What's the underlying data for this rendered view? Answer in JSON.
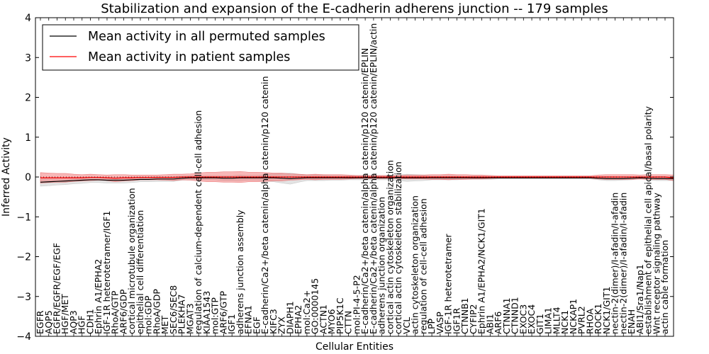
{
  "chart_data": {
    "type": "line",
    "title": "Stabilization and expansion of the E-cadherin adherens junction -- 179 samples",
    "xlabel": "Cellular Entities",
    "ylabel": "Inferred Activity",
    "ylim": [
      -4,
      4
    ],
    "yticks": [
      "-4",
      "-3",
      "-2",
      "-1",
      "0",
      "1",
      "2",
      "3",
      "4"
    ],
    "legend_position": "top-left",
    "grid": false,
    "categories": [
      "EGFR",
      "AQP5",
      "EGFR/EGFR/EGF/EGF",
      "HGF/MET",
      "AQP3",
      "HGF",
      "CDH1",
      "Ephrin A1/EPHA2",
      "IGF-1R heterotetramer/IGF1",
      "RhoA/GTP",
      "ARF6/GDP",
      "cortical microtubule organization",
      "epithelial cell differentiation",
      "mol:GDP",
      "RhoA/GDP",
      "MET",
      "SEC6/SEC8",
      "PLEKHA7",
      "MGAT3",
      "regulation of calcium-dependent cell-cell adhesion",
      "KIAA1543",
      "mol:GTP",
      "ARF6/GTP",
      "IGF1",
      "adherens junction assembly",
      "EFNA1",
      "EGF",
      "E-cadherin/Ca2+/beta catenin/alpha catenin/p120 catenin",
      "KIFC3",
      "ZYX",
      "DIAPH1",
      "EPHA2",
      "mol:Ca2+",
      "GO:0000145",
      "ACTN1",
      "MYO6",
      "PIP5K1C",
      "CTTN",
      "mol:PI-4-5-P2",
      "E-cadherin/Ca2+/beta catenin/alpha catenin/p120 catenin/EPLIN",
      "E-cadherin/Ca2+/beta catenin/alpha catenin/p120 catenin/EPLIN/actin",
      "adherens junction organization",
      "cortical actin cytoskeleton organization",
      "cortical actin cytoskeleton stabilization",
      "VCL",
      "actin cytoskeleton organization",
      "regulation of cell-cell adhesion",
      "LPP",
      "VASP",
      "IGF-1R heterotetramer",
      "IGF1R",
      "CTNNB1",
      "CYFIP2",
      "Ephrin A1/EPHA2/NCK1/GIT1",
      "ABI1",
      "ARF6",
      "CTNNA1",
      "CTNND1",
      "EXOC3",
      "EXOC4",
      "GIT1",
      "LIMA1",
      "MLLT4",
      "NCK1",
      "NCKAP1",
      "PVRL2",
      "RHOA",
      "ROCK1",
      "NCK1/GIT1",
      "nectin-2(dimer)/I-afadin/I-afadin",
      "nectin-2(dimer)/I-afadin/I-afadin",
      "ENAH",
      "ABI1/Sra1/Nap1",
      "establishment of epithelial cell apical/basal polarity",
      "Wnt receptor signaling pathway",
      "actin cable formation"
    ],
    "series": [
      {
        "name": "Mean activity in all permuted samples",
        "color": "#000000",
        "values": [
          -0.13,
          -0.12,
          -0.11,
          -0.1,
          -0.09,
          -0.08,
          -0.07,
          -0.07,
          -0.08,
          -0.08,
          -0.08,
          -0.07,
          -0.06,
          -0.06,
          -0.05,
          -0.05,
          -0.05,
          -0.03,
          -0.02,
          -0.02,
          -0.02,
          -0.02,
          -0.03,
          -0.03,
          -0.02,
          -0.02,
          -0.02,
          -0.02,
          -0.02,
          -0.03,
          -0.04,
          -0.03,
          -0.02,
          -0.02,
          -0.02,
          -0.02,
          -0.02,
          -0.02,
          -0.02,
          -0.02,
          -0.02,
          -0.02,
          -0.02,
          -0.02,
          -0.02,
          -0.02,
          -0.02,
          -0.02,
          -0.02,
          -0.02,
          -0.02,
          -0.02,
          -0.02,
          -0.02,
          -0.02,
          -0.02,
          -0.02,
          -0.02,
          -0.02,
          -0.02,
          -0.02,
          -0.02,
          -0.02,
          -0.02,
          -0.02,
          -0.02,
          -0.02,
          -0.03,
          -0.04,
          -0.04,
          -0.04,
          -0.03,
          -0.02,
          -0.03,
          -0.04,
          -0.04,
          -0.04
        ],
        "band": [
          0.1,
          0.1,
          0.09,
          0.09,
          0.08,
          0.08,
          0.07,
          0.07,
          0.07,
          0.07,
          0.07,
          0.07,
          0.06,
          0.06,
          0.06,
          0.06,
          0.06,
          0.05,
          0.05,
          0.05,
          0.05,
          0.05,
          0.06,
          0.06,
          0.07,
          0.06,
          0.06,
          0.08,
          0.1,
          0.12,
          0.14,
          0.1,
          0.07,
          0.07,
          0.07,
          0.06,
          0.06,
          0.05,
          0.05,
          0.05,
          0.05,
          0.05,
          0.05,
          0.07,
          0.09,
          0.08,
          0.07,
          0.05,
          0.05,
          0.05,
          0.05,
          0.04,
          0.04,
          0.04,
          0.04,
          0.03,
          0.03,
          0.03,
          0.03,
          0.03,
          0.03,
          0.03,
          0.03,
          0.03,
          0.03,
          0.03,
          0.03,
          0.04,
          0.05,
          0.05,
          0.04,
          0.04,
          0.03,
          0.04,
          0.05,
          0.05,
          0.05
        ]
      },
      {
        "name": "Mean activity in patient samples",
        "color": "#ff0000",
        "values": [
          -0.02,
          -0.02,
          -0.02,
          -0.02,
          -0.02,
          -0.02,
          -0.01,
          -0.01,
          -0.02,
          -0.03,
          -0.02,
          -0.02,
          -0.01,
          -0.01,
          -0.01,
          -0.01,
          -0.01,
          0.0,
          0.0,
          0.0,
          0.0,
          0.0,
          0.0,
          0.0,
          0.0,
          0.0,
          0.0,
          0.0,
          0.0,
          0.0,
          0.0,
          0.0,
          0.0,
          0.0,
          0.0,
          0.0,
          0.0,
          0.0,
          0.0,
          0.0,
          0.0,
          0.0,
          0.0,
          0.0,
          0.0,
          0.0,
          0.0,
          0.0,
          0.0,
          0.0,
          0.0,
          0.0,
          0.0,
          0.0,
          0.0,
          0.0,
          0.0,
          0.0,
          0.0,
          0.0,
          0.0,
          0.0,
          0.0,
          0.0,
          0.0,
          0.0,
          0.0,
          0.0,
          0.0,
          0.0,
          0.0,
          0.0,
          0.0,
          0.0,
          0.0,
          0.0,
          -0.02
        ],
        "band": [
          0.13,
          0.12,
          0.11,
          0.11,
          0.09,
          0.08,
          0.08,
          0.07,
          0.07,
          0.09,
          0.08,
          0.07,
          0.06,
          0.06,
          0.06,
          0.07,
          0.08,
          0.07,
          0.08,
          0.1,
          0.12,
          0.12,
          0.13,
          0.13,
          0.14,
          0.12,
          0.12,
          0.11,
          0.1,
          0.1,
          0.08,
          0.07,
          0.06,
          0.07,
          0.06,
          0.06,
          0.06,
          0.05,
          0.04,
          0.04,
          0.04,
          0.04,
          0.04,
          0.04,
          0.05,
          0.05,
          0.05,
          0.06,
          0.06,
          0.07,
          0.06,
          0.06,
          0.05,
          0.05,
          0.04,
          0.03,
          0.03,
          0.03,
          0.03,
          0.03,
          0.03,
          0.03,
          0.03,
          0.03,
          0.03,
          0.03,
          0.03,
          0.05,
          0.06,
          0.06,
          0.06,
          0.06,
          0.05,
          0.06,
          0.06,
          0.06,
          0.07
        ]
      }
    ]
  }
}
